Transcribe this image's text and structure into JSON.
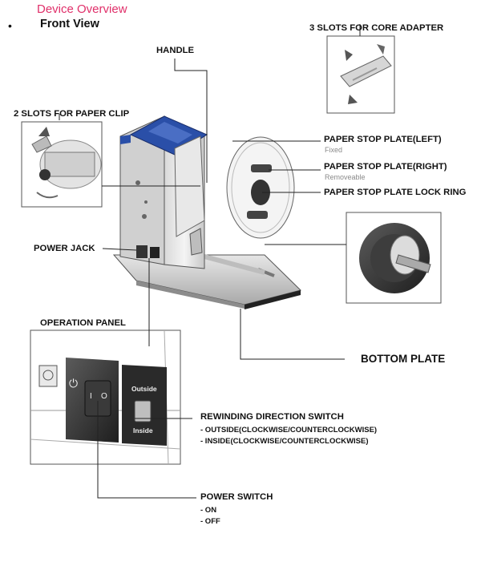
{
  "header": {
    "section_title": "Device Overview",
    "bullet": "•",
    "view_title": "Front View"
  },
  "labels": {
    "core_adapter": "3 SLOTS FOR CORE ADAPTER",
    "handle": "HANDLE",
    "paper_clip": "2 SLOTS FOR PAPER CLIP",
    "stop_left": "PAPER STOP PLATE(LEFT)",
    "stop_left_sub": "Fixed",
    "stop_right": "PAPER STOP PLATE(RIGHT)",
    "stop_right_sub": "Removeable",
    "lock_ring": "PAPER STOP PLATE LOCK RING",
    "power_jack": "POWER JACK",
    "operation_panel": "OPERATION PANEL",
    "bottom_plate": "BOTTOM PLATE",
    "rewind_switch": "REWINDING DIRECTION SWITCH",
    "rewind_items": [
      "- OUTSIDE(CLOCKWISE/COUNTERCLOCKWISE)",
      "- INSIDE(CLOCKWISE/COUNTERCLOCKWISE)"
    ],
    "power_switch": "POWER SWITCH",
    "power_items": [
      "- ON",
      "- OFF"
    ]
  },
  "panel": {
    "switch_outside": "Outside",
    "switch_inside": "Inside",
    "power_on_symbol": "I",
    "power_off_symbol": "O",
    "power_symbol": "⏻"
  },
  "colors": {
    "accent_title": "#e0306a",
    "handle_blue": "#2a4fa8"
  }
}
